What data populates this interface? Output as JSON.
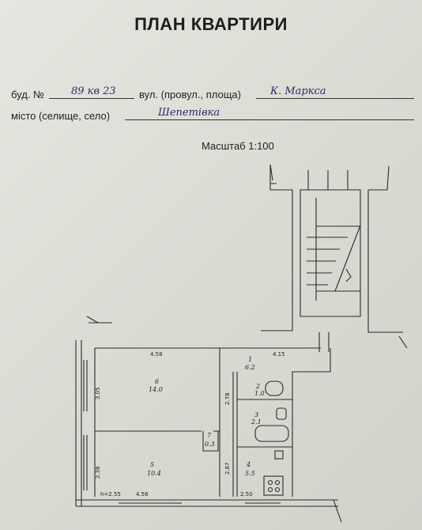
{
  "header": {
    "title": "ПЛАН КВАРТИРИ"
  },
  "address": {
    "building_label": "буд. №",
    "building_value": "89 кв 23",
    "street_label": "вул. (провул., площа)",
    "street_value": "К. Маркса",
    "city_label": "місто (селище, село)",
    "city_value": "Шепетівка"
  },
  "scale": {
    "label": "Масштаб 1:100"
  },
  "rooms": [
    {
      "number": "1",
      "area": "6.2"
    },
    {
      "number": "2",
      "area": "1.0"
    },
    {
      "number": "3",
      "area": "2.1"
    },
    {
      "number": "4",
      "area": "5.5"
    },
    {
      "number": "5",
      "area": "10.4"
    },
    {
      "number": "6",
      "area": "14.0"
    },
    {
      "number": "7",
      "area": "0.3"
    }
  ],
  "dimensions": {
    "d_458": "4.58",
    "d_415": "4.15",
    "d_305": "3.05",
    "d_278": "2.78",
    "d_238": "2.38",
    "d_287": "2.87",
    "d_h": "h=2.55",
    "d_456": "4.56",
    "d_250": "2.50"
  }
}
